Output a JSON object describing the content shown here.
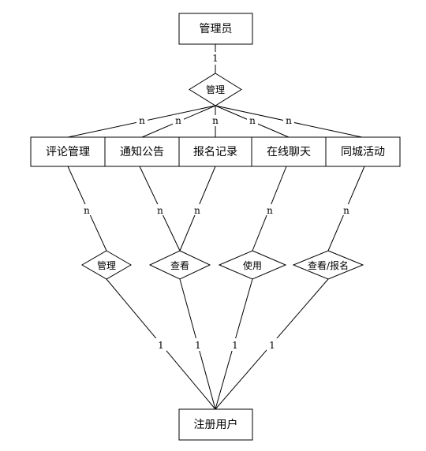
{
  "entities": {
    "admin": "管理员",
    "comment_mgmt": "评论管理",
    "notice": "通知公告",
    "signup_record": "报名记录",
    "online_chat": "在线聊天",
    "city_activity": "同城活动",
    "registered_user": "注册用户"
  },
  "relationships": {
    "admin_manage": "管理",
    "user_manage": "管理",
    "view": "查看",
    "use": "使用",
    "view_signup": "查看/报名"
  },
  "cardinality": {
    "one": "1",
    "many": "n"
  }
}
